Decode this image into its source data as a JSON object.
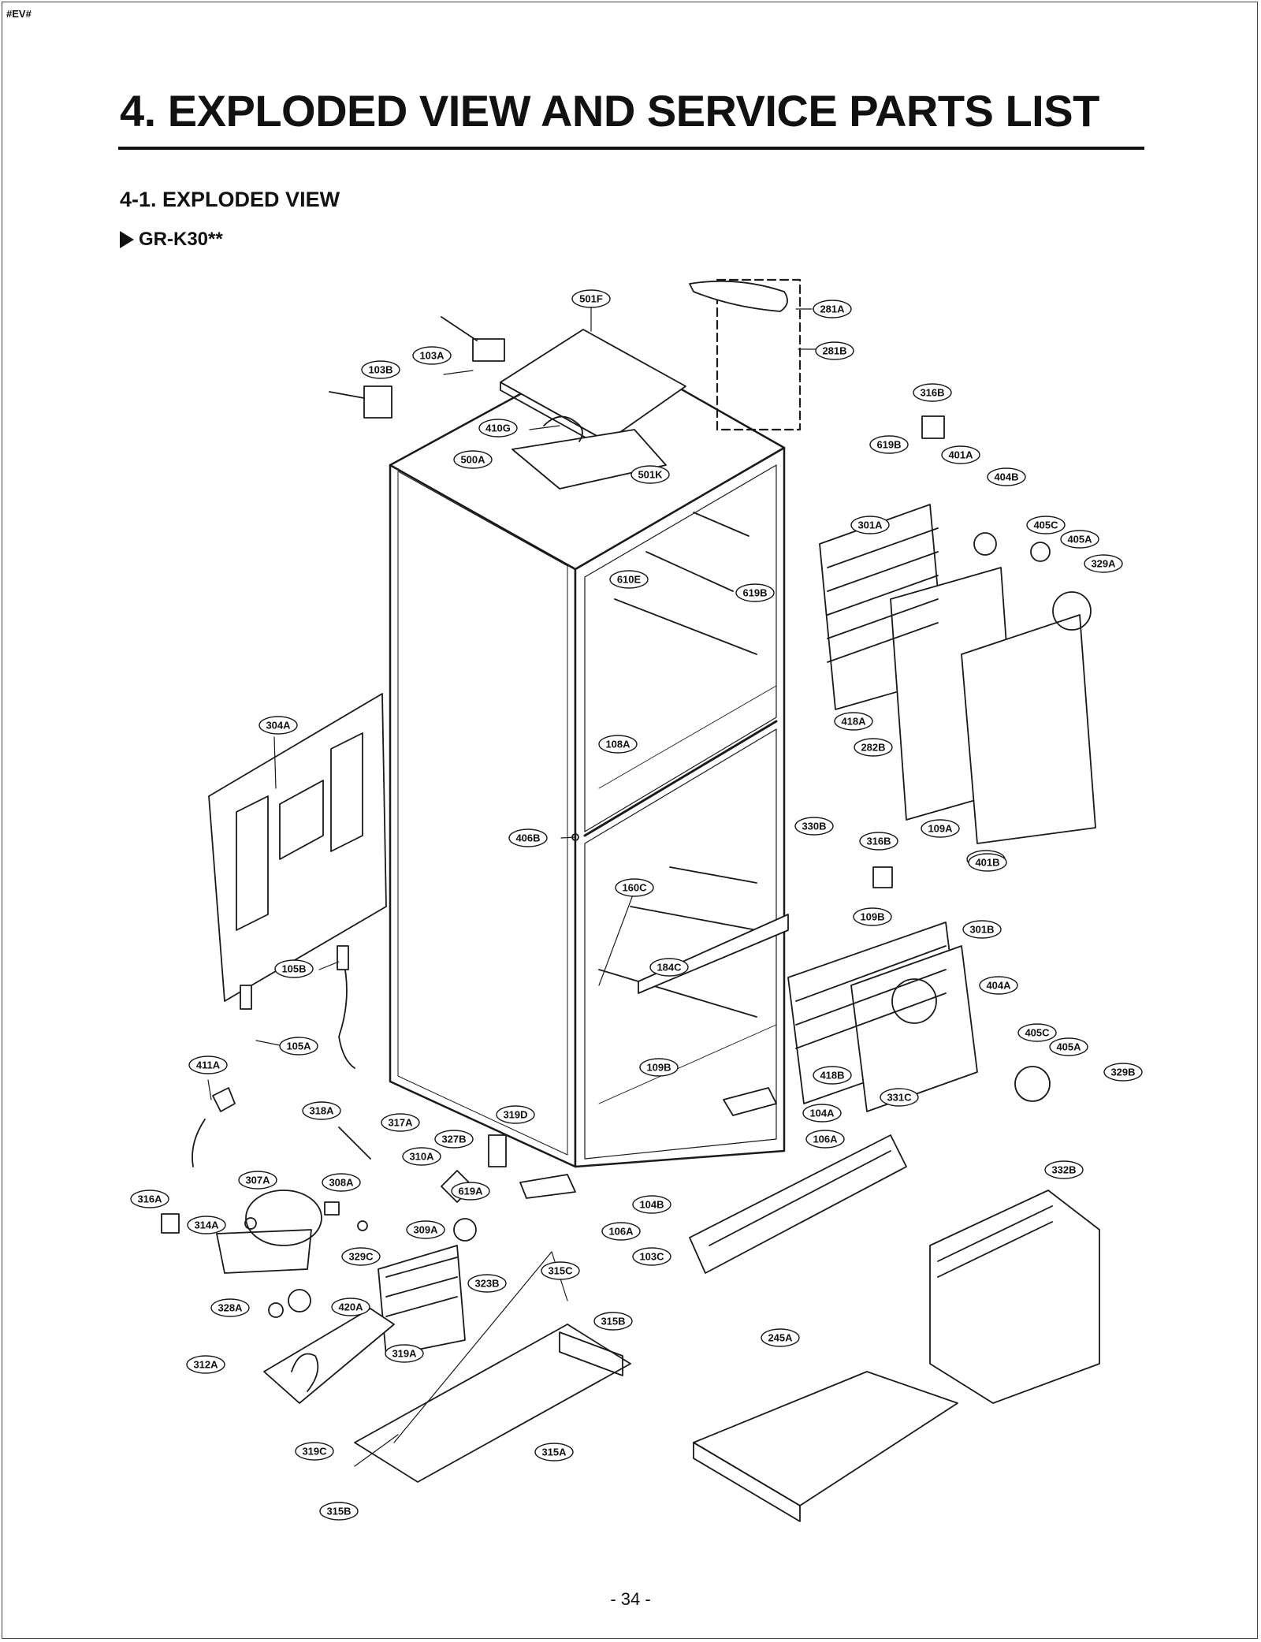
{
  "corner_tag": "#EV#",
  "title": "4. EXPLODED VIEW AND SERVICE PARTS LIST",
  "section": "4-1. EXPLODED VIEW",
  "model": "GR-K30**",
  "page_number": "- 34 -",
  "part_labels": [
    "501F",
    "281A",
    "103A",
    "103B",
    "281B",
    "316B",
    "410G",
    "619B",
    "401A",
    "500A",
    "501K",
    "404B",
    "301A",
    "405C",
    "405A",
    "329A",
    "610E",
    "619B",
    "304A",
    "418A",
    "108A",
    "282B",
    "406B",
    "330B",
    "109A",
    "316B",
    "332A",
    "401B",
    "160C",
    "109B",
    "301B",
    "105B",
    "184C",
    "404A",
    "405C",
    "105A",
    "405A",
    "418B",
    "329B",
    "411A",
    "109B",
    "331C",
    "104A",
    "318A",
    "319D",
    "317A",
    "106A",
    "327B",
    "310A",
    "332B",
    "307A",
    "308A",
    "619A",
    "104B",
    "316A",
    "314A",
    "309A",
    "106A",
    "329C",
    "103C",
    "315C",
    "323B",
    "328A",
    "420A",
    "315B",
    "245A",
    "319A",
    "312A",
    "319C",
    "315A",
    "315B"
  ]
}
